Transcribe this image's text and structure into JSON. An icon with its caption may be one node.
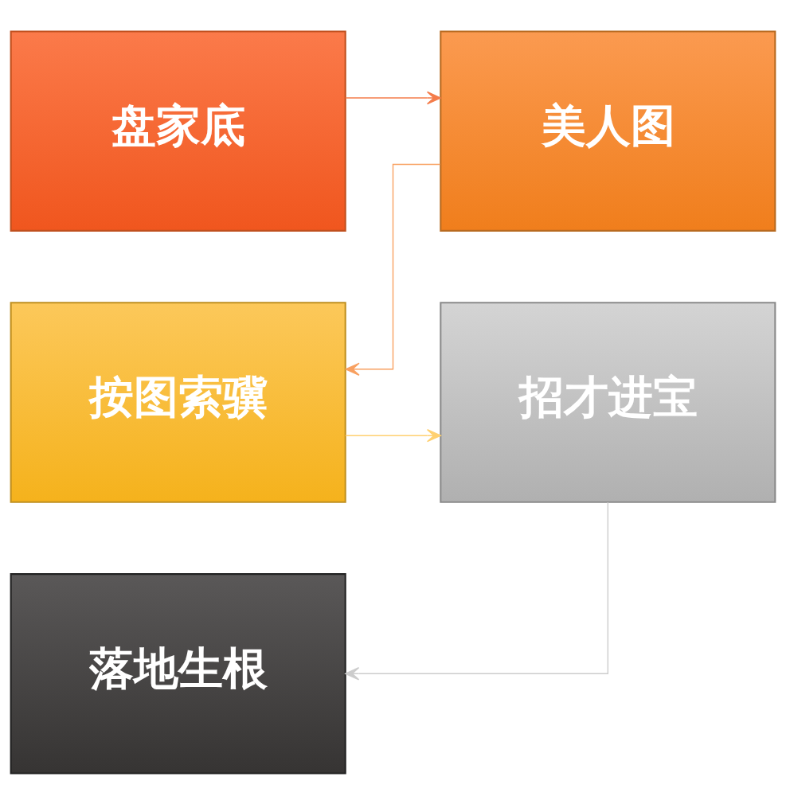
{
  "diagram": {
    "nodes": [
      {
        "text": [
          "盘家底"
        ]
      },
      {
        "text": [
          "美人图"
        ]
      },
      {
        "text": [
          "按图索骥"
        ]
      },
      {
        "text": [
          "招才进宝"
        ]
      },
      {
        "text": [
          "落地生根"
        ]
      }
    ],
    "edges": [
      {
        "from": 0,
        "to": 1,
        "arrow": "to",
        "color": "#f47c4a"
      },
      {
        "from": 1,
        "to": 2,
        "arrow": "to",
        "color": "#f8a060"
      },
      {
        "from": 2,
        "to": 3,
        "arrow": "to",
        "color": "#ffd070"
      },
      {
        "from": 3,
        "to": 4,
        "arrow": "to",
        "color": "#cccccc"
      }
    ]
  }
}
